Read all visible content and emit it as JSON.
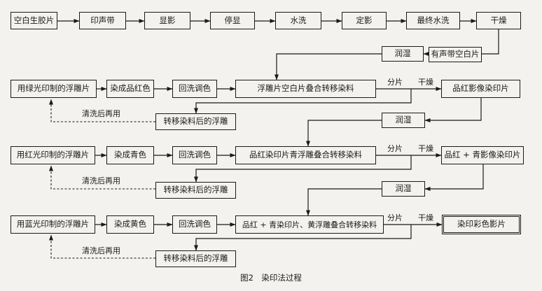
{
  "top_row": {
    "blank_film": "空白生胶片",
    "soundtrack_print": "印声带",
    "develop": "显影",
    "stop": "停显",
    "wash": "水洗",
    "fix": "定影",
    "final_wash": "最终水洗",
    "dry": "干燥",
    "blank_with_soundtrack": "有声带空白片",
    "wet": "润湿"
  },
  "stages": [
    {
      "matrix": "用绿光印制的浮雕片",
      "dye": "染成品红色",
      "rinse": "回洗调色",
      "transfer": "浮雕片空白片叠合转移染料",
      "split": "分片",
      "dry": "干燥",
      "result": "品红影像染印片",
      "clean_reuse": "清洗后再用",
      "used_matrix": "转移染料后的浮雕",
      "wet": "润湿"
    },
    {
      "matrix": "用红光印制的浮雕片",
      "dye": "染成青色",
      "rinse": "回洗调色",
      "transfer": "品红染印片青浮雕叠合转移染料",
      "split": "分片",
      "dry": "干燥",
      "result": "品红 + 青影像染印片",
      "clean_reuse": "清洗后再用",
      "used_matrix": "转移染料后的浮雕",
      "wet": "润湿"
    },
    {
      "matrix": "用蓝光印制的浮雕片",
      "dye": "染成黄色",
      "rinse": "回洗调色",
      "transfer": "品红 + 青染印片、黄浮雕叠合转移染料",
      "split": "分片",
      "dry": "干燥",
      "result": "染印彩色影片",
      "clean_reuse": "清洗后再用",
      "used_matrix": "转移染料后的浮雕"
    }
  ],
  "caption": "图2　染印法过程"
}
